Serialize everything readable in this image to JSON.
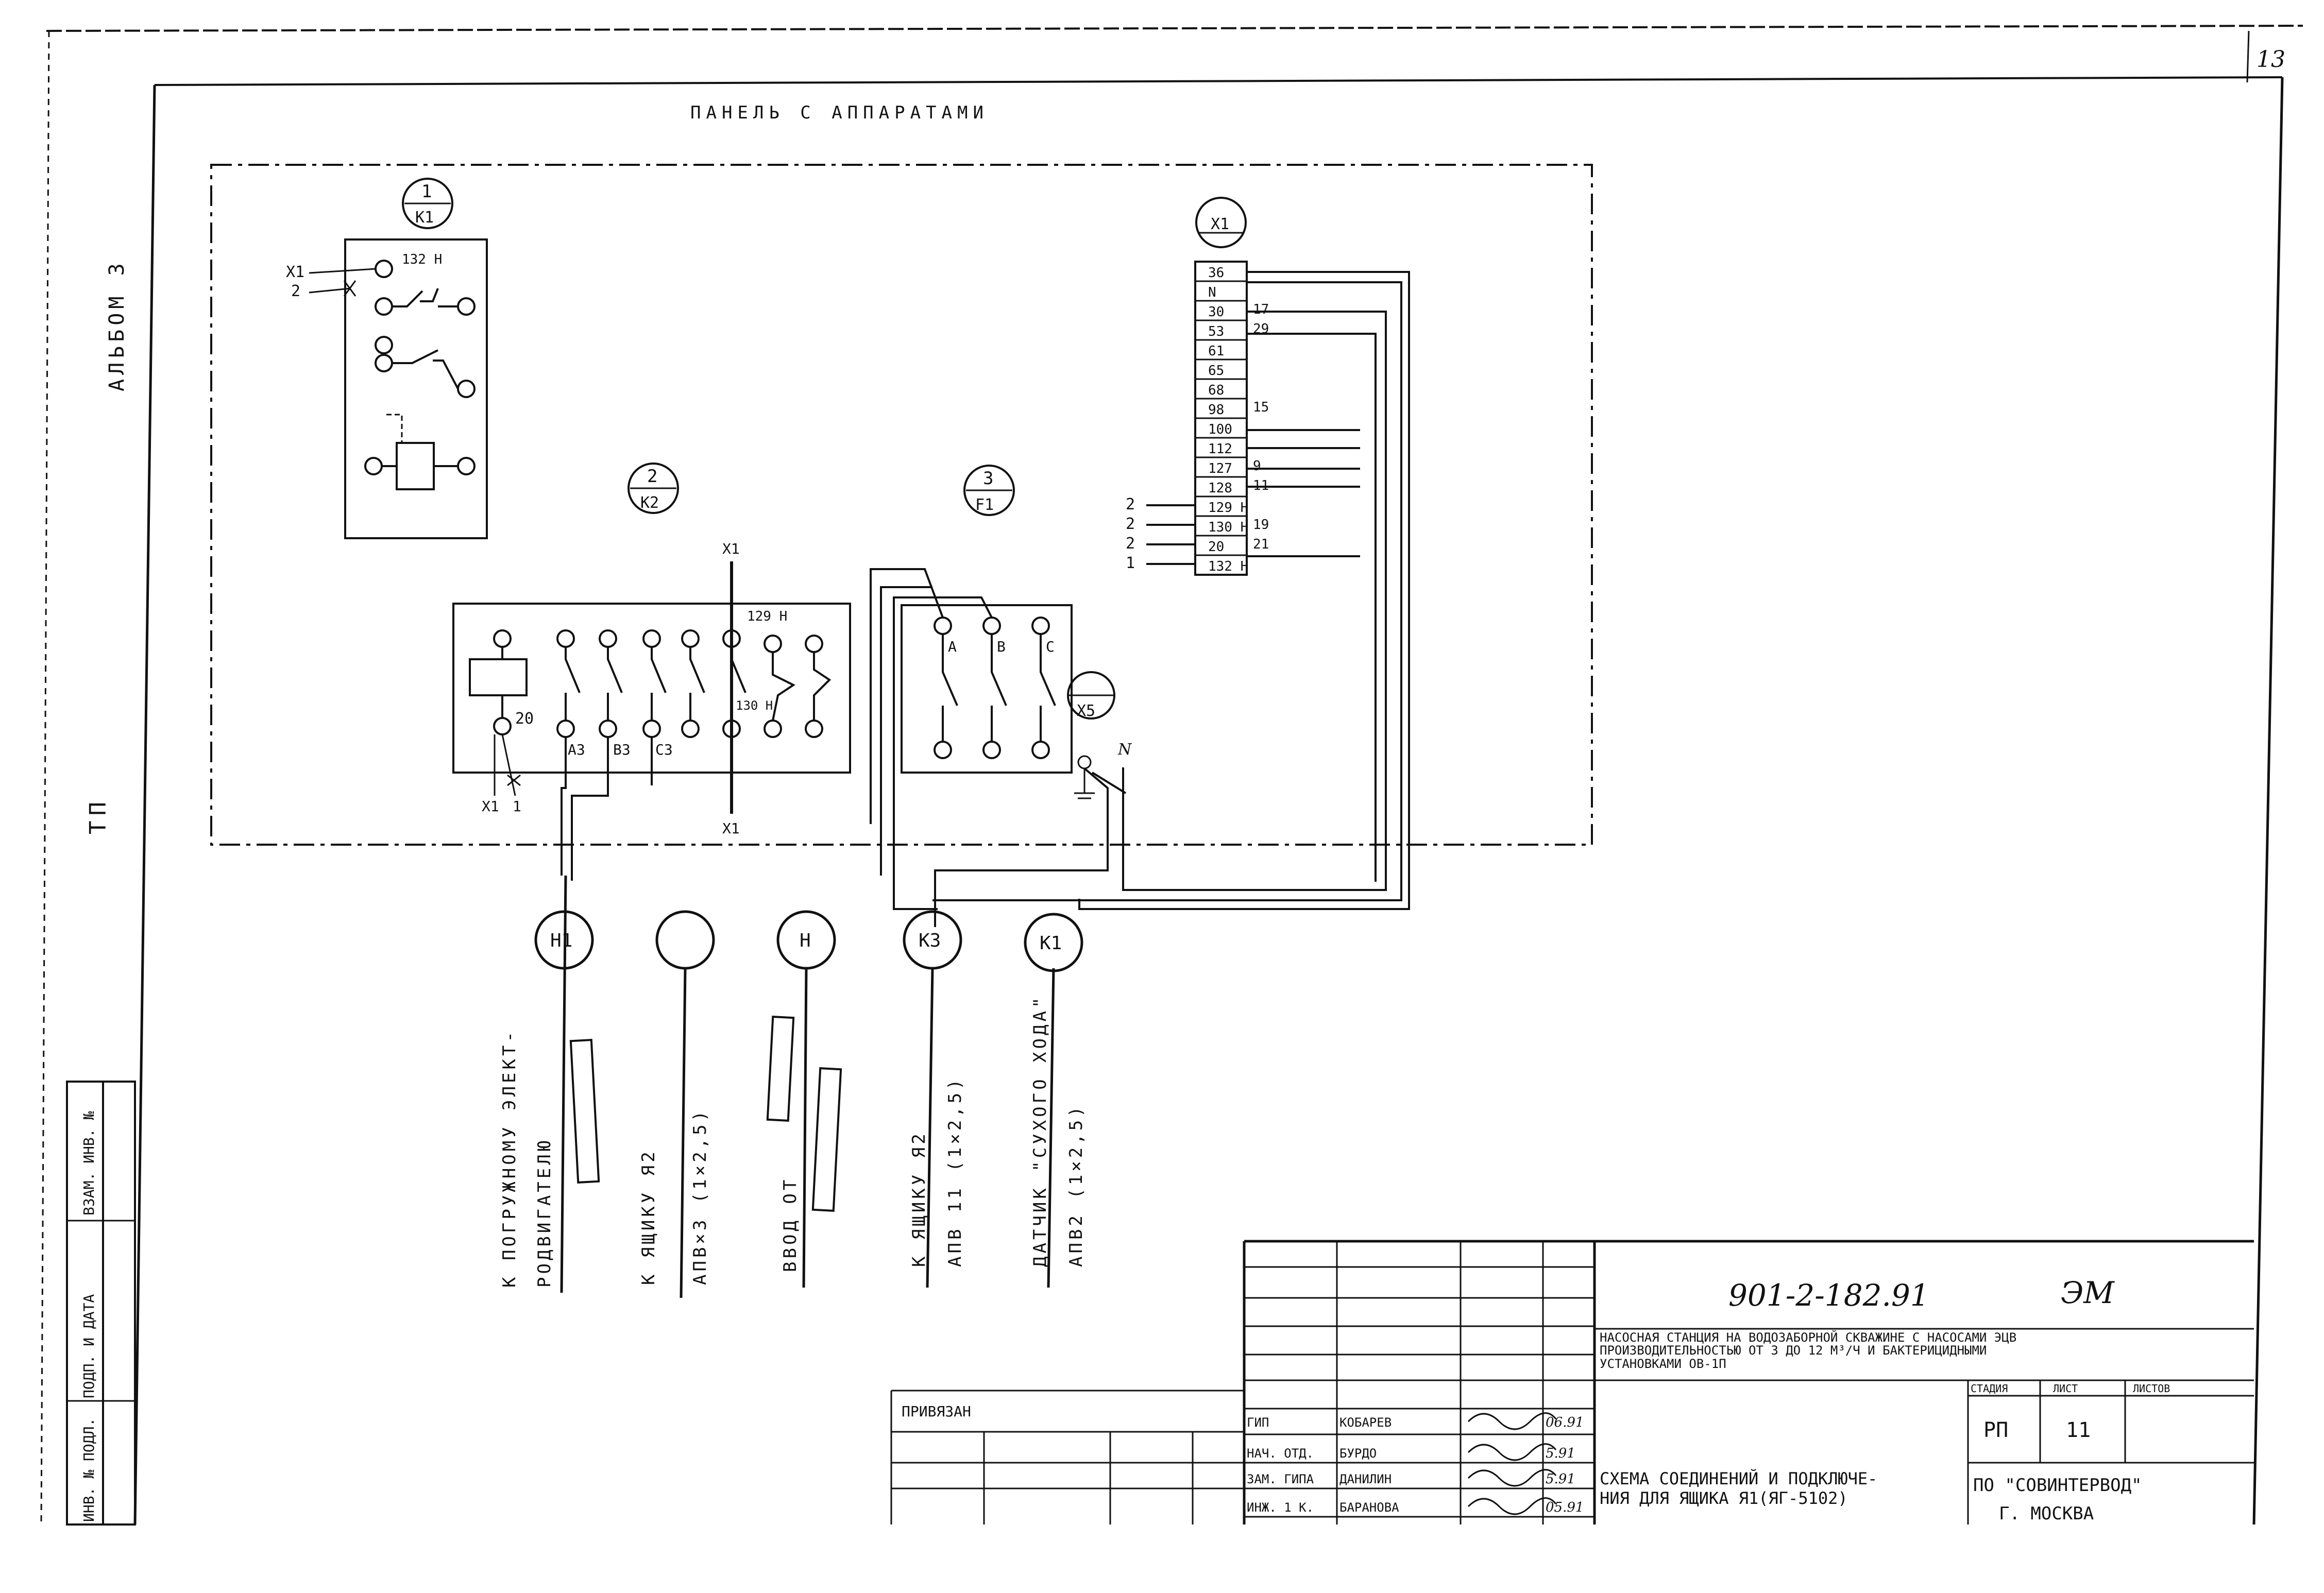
{
  "sheet_corner": "13",
  "side_album": "АЛЬБОМ 3",
  "side_tp": "ТП",
  "panel_title": "ПАНЕЛЬ С АППАРАТАМИ",
  "devices": {
    "k1": {
      "num": "1",
      "ref": "K1",
      "labels": {
        "x1": "X1",
        "two": "2",
        "n132": "132 Н"
      }
    },
    "k2": {
      "num": "2",
      "ref": "K2",
      "labels": {
        "x1_top": "X1",
        "x1_bottom": "X1",
        "n129": "129 Н",
        "n130": "130 Н",
        "n20": "20",
        "a3": "А3",
        "b3": "В3",
        "c3": "С3",
        "x1_left": "X1",
        "one": "1"
      }
    },
    "f1": {
      "num": "3",
      "ref": "F1",
      "labels": {
        "a": "А",
        "b": "В",
        "c": "С"
      }
    },
    "x5": {
      "ref": "X5",
      "n": "N"
    },
    "x1": {
      "ref": "X1"
    }
  },
  "terminal_block": {
    "rows": [
      "36",
      "N",
      "30",
      "53",
      "61",
      "65",
      "68",
      "98",
      "100",
      "112",
      "127",
      "128",
      "129 Н",
      "130 Н",
      "20",
      "132 Н"
    ],
    "wire_labels": [
      "17",
      "29",
      "15",
      "9",
      "11",
      "19",
      "21"
    ],
    "left_labels": [
      "2",
      "2",
      "2",
      "1"
    ]
  },
  "outputs": [
    {
      "id": "Н1",
      "text": "К ПОГРУЖНОМУ ЭЛЕКТ-\nРОДВИГАТЕЛЮ"
    },
    {
      "id": "",
      "text": "К ЯЩИКУ Я2\nАПВ×3 (1×2,5)"
    },
    {
      "id": "Н",
      "text": "ВВОД ОТ"
    },
    {
      "id": "К3",
      "text": "К ЯЩИКУ Я2\nАПВ 11 (1×2,5)"
    },
    {
      "id": "К1",
      "text": "ДАТЧИК \"СУХОГО ХОДА\"\nАПВ2 (1×2,5)"
    }
  ],
  "left_stamp": [
    "ИНВ. № ПОДЛ.",
    "ПОДП. И ДАТА",
    "ВЗАМ. ИНВ. №"
  ],
  "title_block": {
    "doc_code": "901-2-182.91",
    "doc_mark": "ЭМ",
    "project": "НАСОСНАЯ СТАНЦИЯ НА ВОДОЗАБОРНОЙ СКВАЖИНЕ С НАСОСАМИ ЭЦВ ПРОИЗВОДИТЕЛЬНОСТЬЮ ОТ 3 ДО 12 М³/Ч И БАКТЕРИЦИДНЫМИ УСТАНОВКАМИ ОВ-1П",
    "drawing_title": "СХЕМА СОЕДИНЕНИЙ И ПОДКЛЮЧЕНИЯ ДЛЯ ЯЩИКА Я1(ЯГ-5102)",
    "stage_header": "СТАДИЯ",
    "sheet_header": "ЛИСТ",
    "sheets_header": "ЛИСТОВ",
    "stage": "РП",
    "sheet": "11",
    "privyazan": "ПРИВЯЗАН",
    "org": "ПО \"СОВИНТЕРВОД\"",
    "city": "Г. МОСКВА",
    "staff": [
      {
        "role": "ГИП",
        "name": "КОБАРЕВ",
        "date": "06.91"
      },
      {
        "role": "НАЧ. ОТД.",
        "name": "БУРДО",
        "date": "5.91"
      },
      {
        "role": "ЗАМ. ГИПА",
        "name": "ДАНИЛИН",
        "date": "5.91"
      },
      {
        "role": "ИНЖ. 1 К.",
        "name": "БАРАНОВА",
        "date": "05.91"
      }
    ]
  }
}
